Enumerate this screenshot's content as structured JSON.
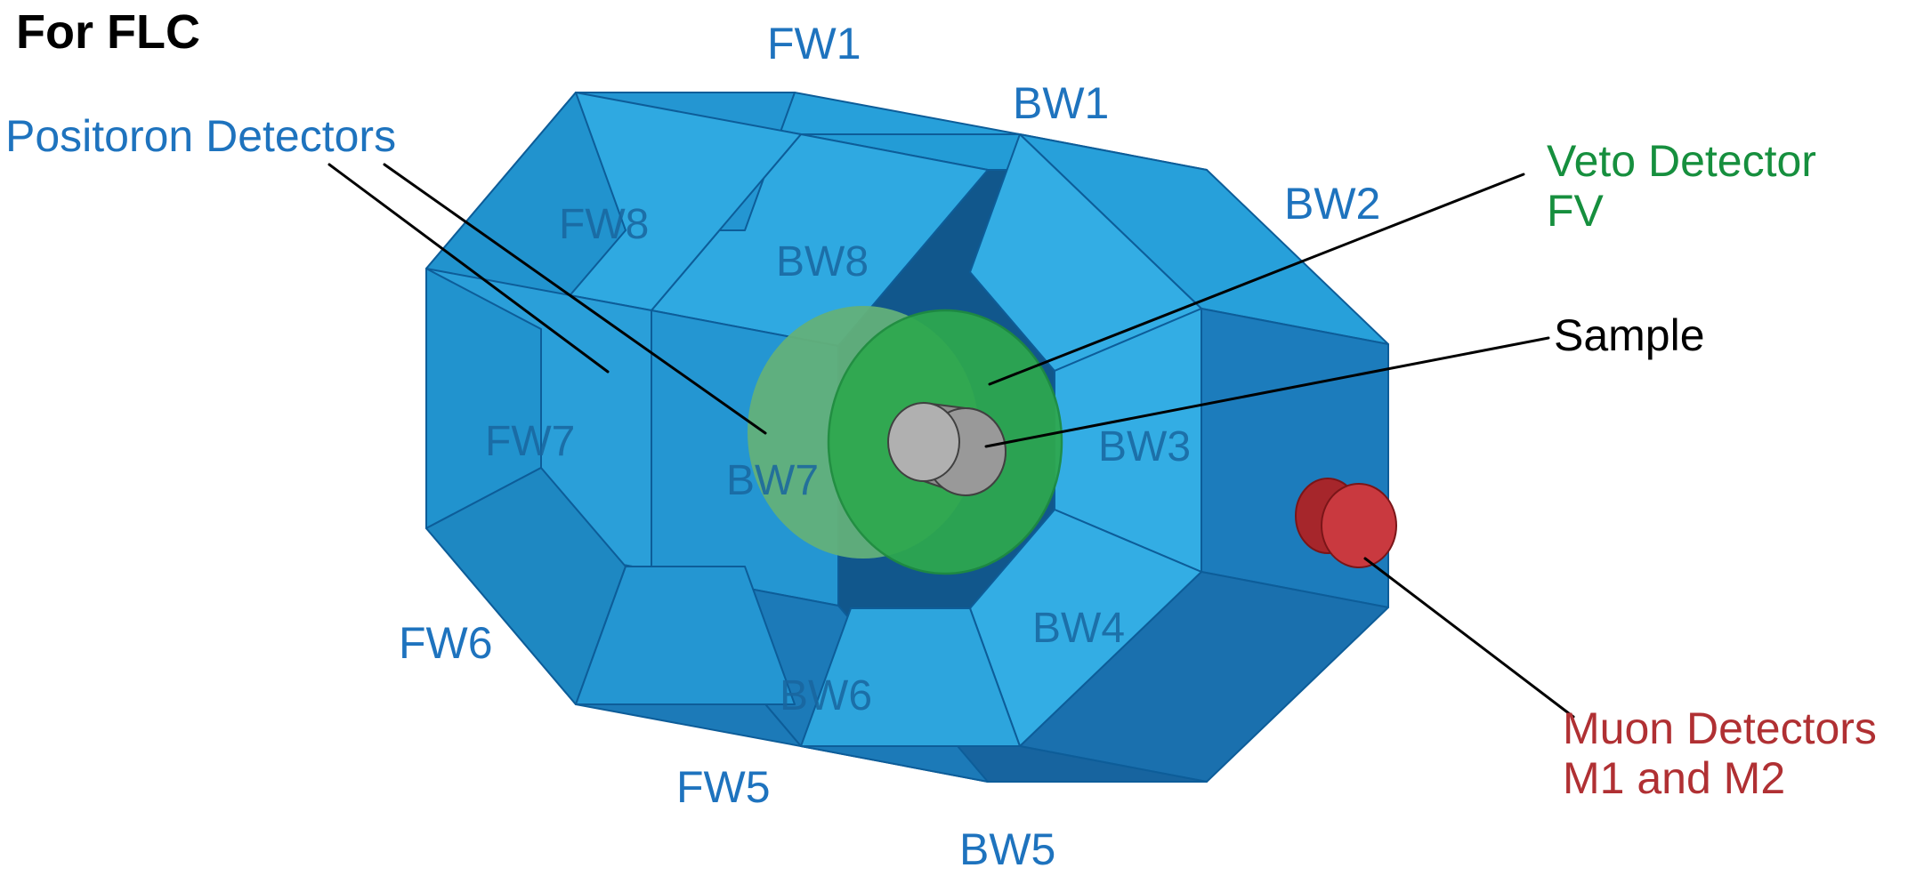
{
  "title": "For FLC",
  "labels": {
    "positron_detectors": "Positoron Detectors",
    "veto_line1": "Veto Detector",
    "veto_line2": "FV",
    "sample": "Sample",
    "muon_line1": "Muon Detectors",
    "muon_line2": "M1 and M2",
    "fw1": "FW1",
    "bw1": "BW1",
    "bw2": "BW2",
    "fw8": "FW8",
    "bw8": "BW8",
    "fw7": "FW7",
    "bw7": "BW7",
    "bw3": "BW3",
    "bw4": "BW4",
    "bw6": "BW6",
    "fw6": "FW6",
    "fw5": "FW5",
    "bw5": "BW5"
  },
  "colors": {
    "positron_blue": "#2FA9E1",
    "label_blue": "#1E73BE",
    "face_label_blue": "#19669F",
    "veto_green": "#2EA84E",
    "veto_green_body": "#63B07A",
    "veto_text_green": "#168F3E",
    "sample_gray": "#999999",
    "sample_gray_light": "#B0B0B0",
    "muon_red": "#C9393F",
    "muon_red_dark": "#A6262B",
    "muon_text_red": "#B03033",
    "annotation_black": "#000000"
  },
  "diagram": {
    "forward_blocks_visible": [
      "FW1",
      "FW5",
      "FW6",
      "FW7",
      "FW8"
    ],
    "backward_blocks_visible": [
      "BW1",
      "BW2",
      "BW3",
      "BW4",
      "BW5",
      "BW6",
      "BW7",
      "BW8"
    ]
  }
}
